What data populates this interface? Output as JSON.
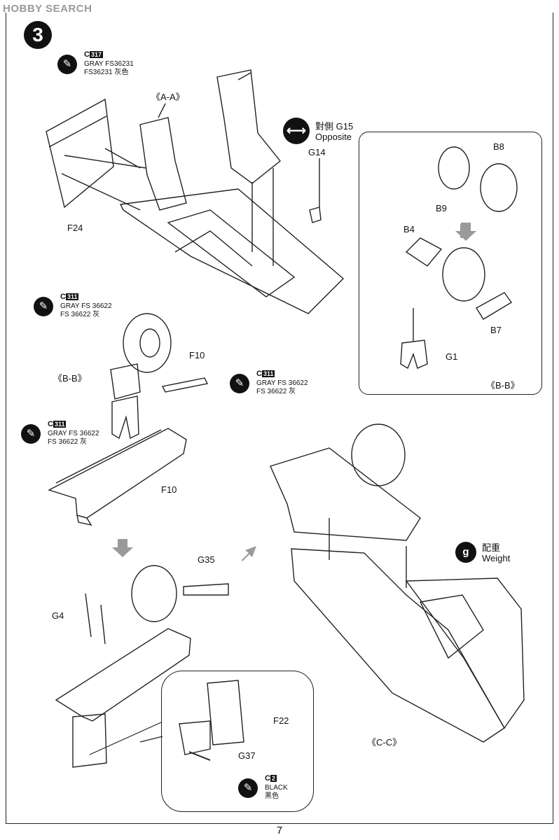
{
  "watermark": "HOBBY SEARCH",
  "step_number": "3",
  "page_number": "7",
  "paints": {
    "c317": {
      "code": "C",
      "num": "317",
      "line1": "GRAY FS36231",
      "line2": "FS36231 灰色"
    },
    "c311_a": {
      "code": "C",
      "num": "311",
      "line1": "GRAY FS 36622",
      "line2": "FS 36622 灰"
    },
    "c311_b": {
      "code": "C",
      "num": "311",
      "line1": "GRAY FS 36622",
      "line2": "FS 36622 灰"
    },
    "c311_c": {
      "code": "C",
      "num": "311",
      "line1": "GRAY FS 36622",
      "line2": "FS 36622 灰"
    },
    "c2": {
      "code": "C",
      "num": "2",
      "line1": "BLACK",
      "line2": "黑色"
    }
  },
  "labels": {
    "aa": "《A-A》",
    "opposite_cn": "對側 G15",
    "opposite_en": "Opposite",
    "g14": "G14",
    "f24": "F24",
    "bb_main": "《B-B》",
    "f10_top": "F10",
    "f10_bottom": "F10",
    "g35": "G35",
    "g4": "G4",
    "f22": "F22",
    "g37": "G37",
    "cc": "《C-C》",
    "weight_cn": "配重",
    "weight_en": "Weight",
    "weight_icon": "g",
    "inset_b8": "B8",
    "inset_b9": "B9",
    "inset_b4": "B4",
    "inset_b7": "B7",
    "inset_g1": "G1",
    "inset_bb": "《B-B》"
  },
  "icons": {
    "paint": "paint-brush-icon",
    "opposite": "double-arrow-icon",
    "weight": "weight-icon",
    "next_step": "next-arrow-icon"
  }
}
